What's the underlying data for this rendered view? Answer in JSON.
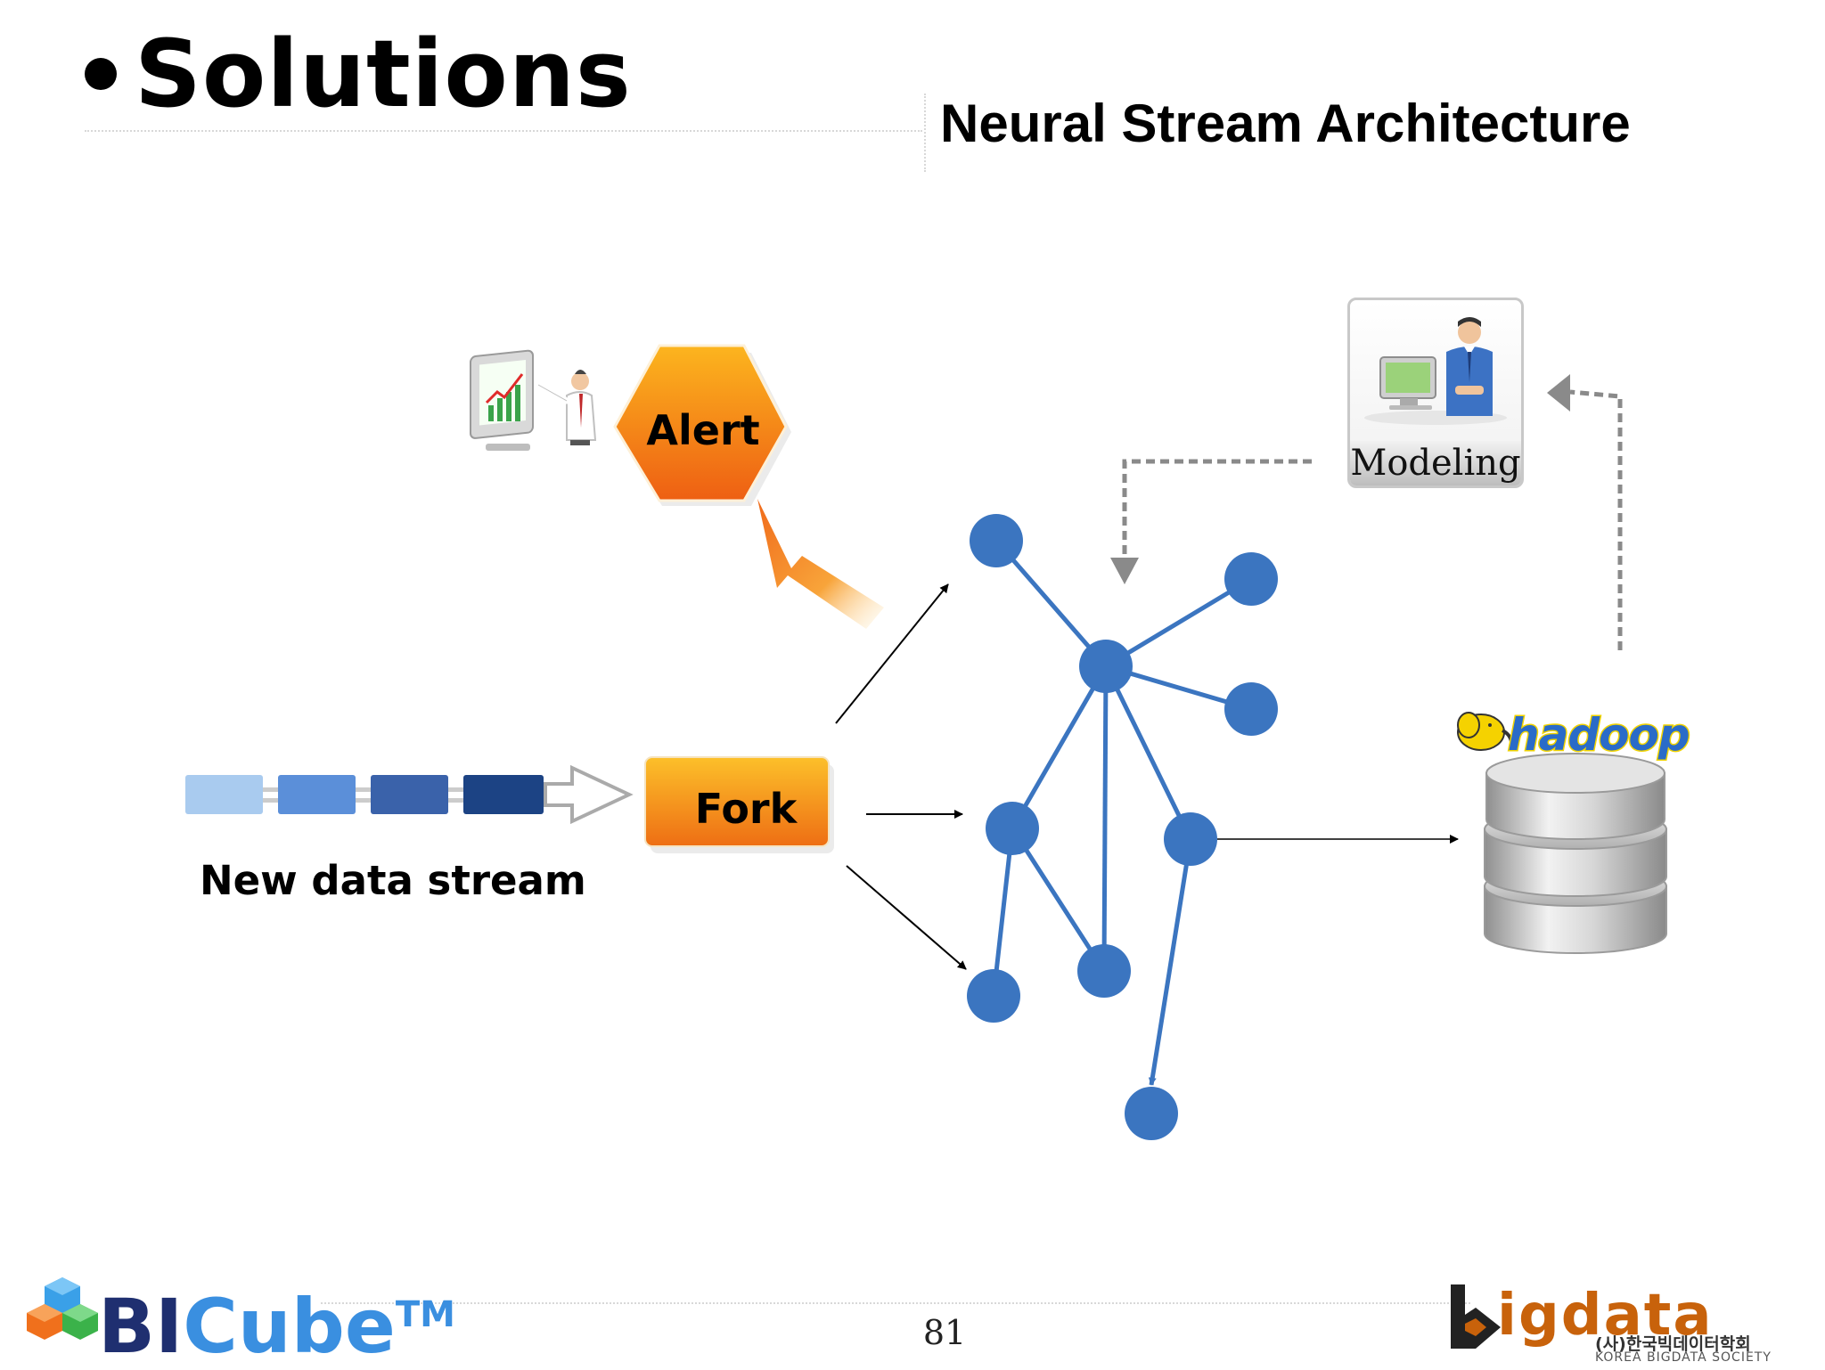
{
  "header": {
    "title": "Solutions",
    "subtitle": "Neural Stream Architecture"
  },
  "diagram": {
    "alert_label": "Alert",
    "fork_label": "Fork",
    "stream_label": "New data stream",
    "modeling_label": "Modeling",
    "hadoop_label": "hadoop"
  },
  "footer": {
    "page_number": "81",
    "left_logo": {
      "bi": "BI",
      "cube": "Cube",
      "tm": "TM"
    },
    "right_logo": {
      "name": "igdata",
      "korean": "(사)한국빅데이터학회",
      "english": "KOREA BIGDATA SOCIETY"
    }
  },
  "colors": {
    "node": "#3b75c0",
    "alert_orange": "#f28a1b",
    "fork_orange": "#f29a1e",
    "stream_blues": [
      "#a9cbef",
      "#5b8fd9",
      "#3a62aa",
      "#1c4384"
    ]
  }
}
